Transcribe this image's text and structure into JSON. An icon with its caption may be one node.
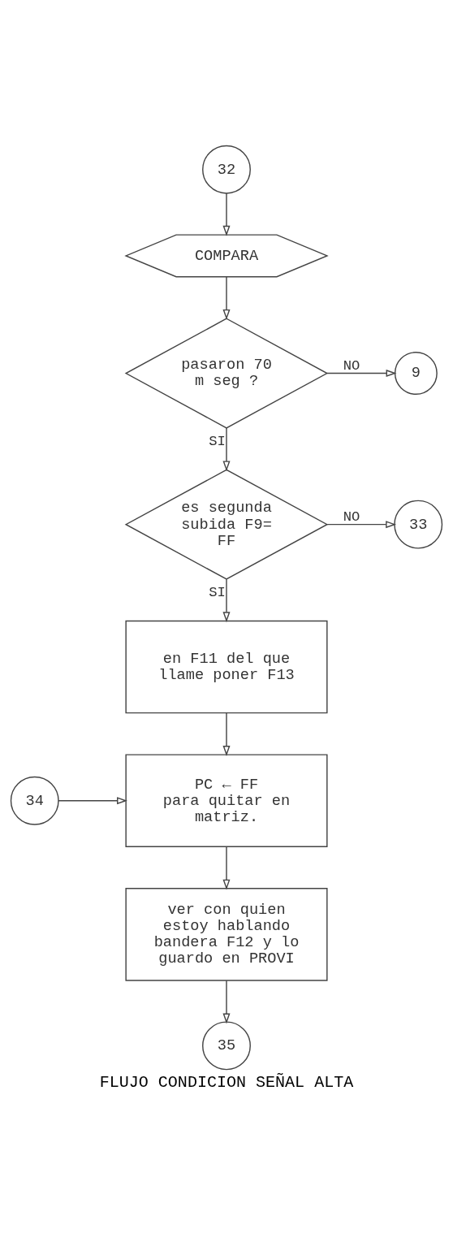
{
  "diagram": {
    "caption": "FLUJO CONDICION SEÑAL ALTA",
    "nodes": [
      {
        "text": [
          "32"
        ]
      },
      {
        "text": [
          "COMPARA"
        ]
      },
      {
        "text": [
          "pasaron 70 m seg ?"
        ]
      },
      {
        "text": [
          "9"
        ]
      },
      {
        "text": [
          "es segunda subida F9= FF"
        ]
      },
      {
        "text": [
          "33"
        ]
      },
      {
        "text": [
          "en F11 del que llame poner F13"
        ]
      },
      {
        "text": [
          "34"
        ]
      },
      {
        "text": [
          "PC ← FF",
          "para quitar en matriz."
        ]
      },
      {
        "text": [
          "ver con quien estoy hablando bandera F12 y lo guardo en PROVI"
        ]
      },
      {
        "text": [
          "35"
        ]
      }
    ],
    "edges": [
      {
        "from": 0,
        "to": 1,
        "arrow": "to"
      },
      {
        "from": 1,
        "to": 2,
        "arrow": "to"
      },
      {
        "from": 2,
        "to": 3,
        "arrow": "to",
        "label": "NO"
      },
      {
        "from": 2,
        "to": 4,
        "arrow": "to",
        "label": "SI"
      },
      {
        "from": 4,
        "to": 5,
        "arrow": "to",
        "label": "NO"
      },
      {
        "from": 4,
        "to": 6,
        "arrow": "to",
        "label": "SI"
      },
      {
        "from": 6,
        "to": 8,
        "arrow": "to"
      },
      {
        "from": 7,
        "to": 8,
        "arrow": "to"
      },
      {
        "from": 8,
        "to": 9,
        "arrow": "to"
      },
      {
        "from": 9,
        "to": 10,
        "arrow": "to"
      }
    ]
  }
}
